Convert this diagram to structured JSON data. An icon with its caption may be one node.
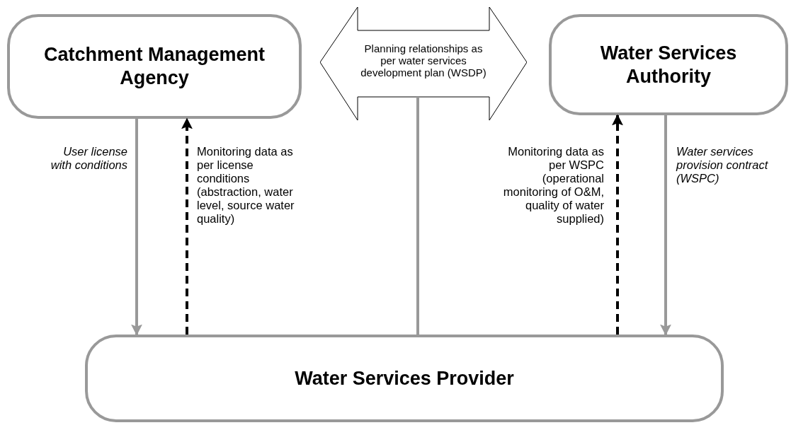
{
  "diagram": {
    "nodes": [
      {
        "text": [
          "Catchment Management Agency"
        ]
      },
      {
        "text": [
          "Planning relationships as per water services development plan (WSDP)"
        ]
      },
      {
        "text": [
          "Water Services Authority"
        ]
      },
      {
        "text": [
          "Water Services Provider"
        ]
      }
    ],
    "edges": [
      {
        "from": 0,
        "to": 3,
        "arrow": "to",
        "label": "User license with conditions"
      },
      {
        "from": 3,
        "to": 0,
        "arrow": "to",
        "style": "dashed",
        "color": "#000000",
        "label": "Monitoring data as per license conditions (abstraction, water level, source water quality)"
      },
      {
        "from": 1,
        "to": 3,
        "arrow": "none"
      },
      {
        "from": 3,
        "to": 2,
        "arrow": "to",
        "style": "dashed",
        "color": "#000000",
        "label": "Monitoring data as per WSPC (operational monitoring of O&M, quality of water supplied)"
      },
      {
        "from": 2,
        "to": 3,
        "arrow": "to",
        "label": "Water services provision contract (WSPC)"
      }
    ]
  }
}
